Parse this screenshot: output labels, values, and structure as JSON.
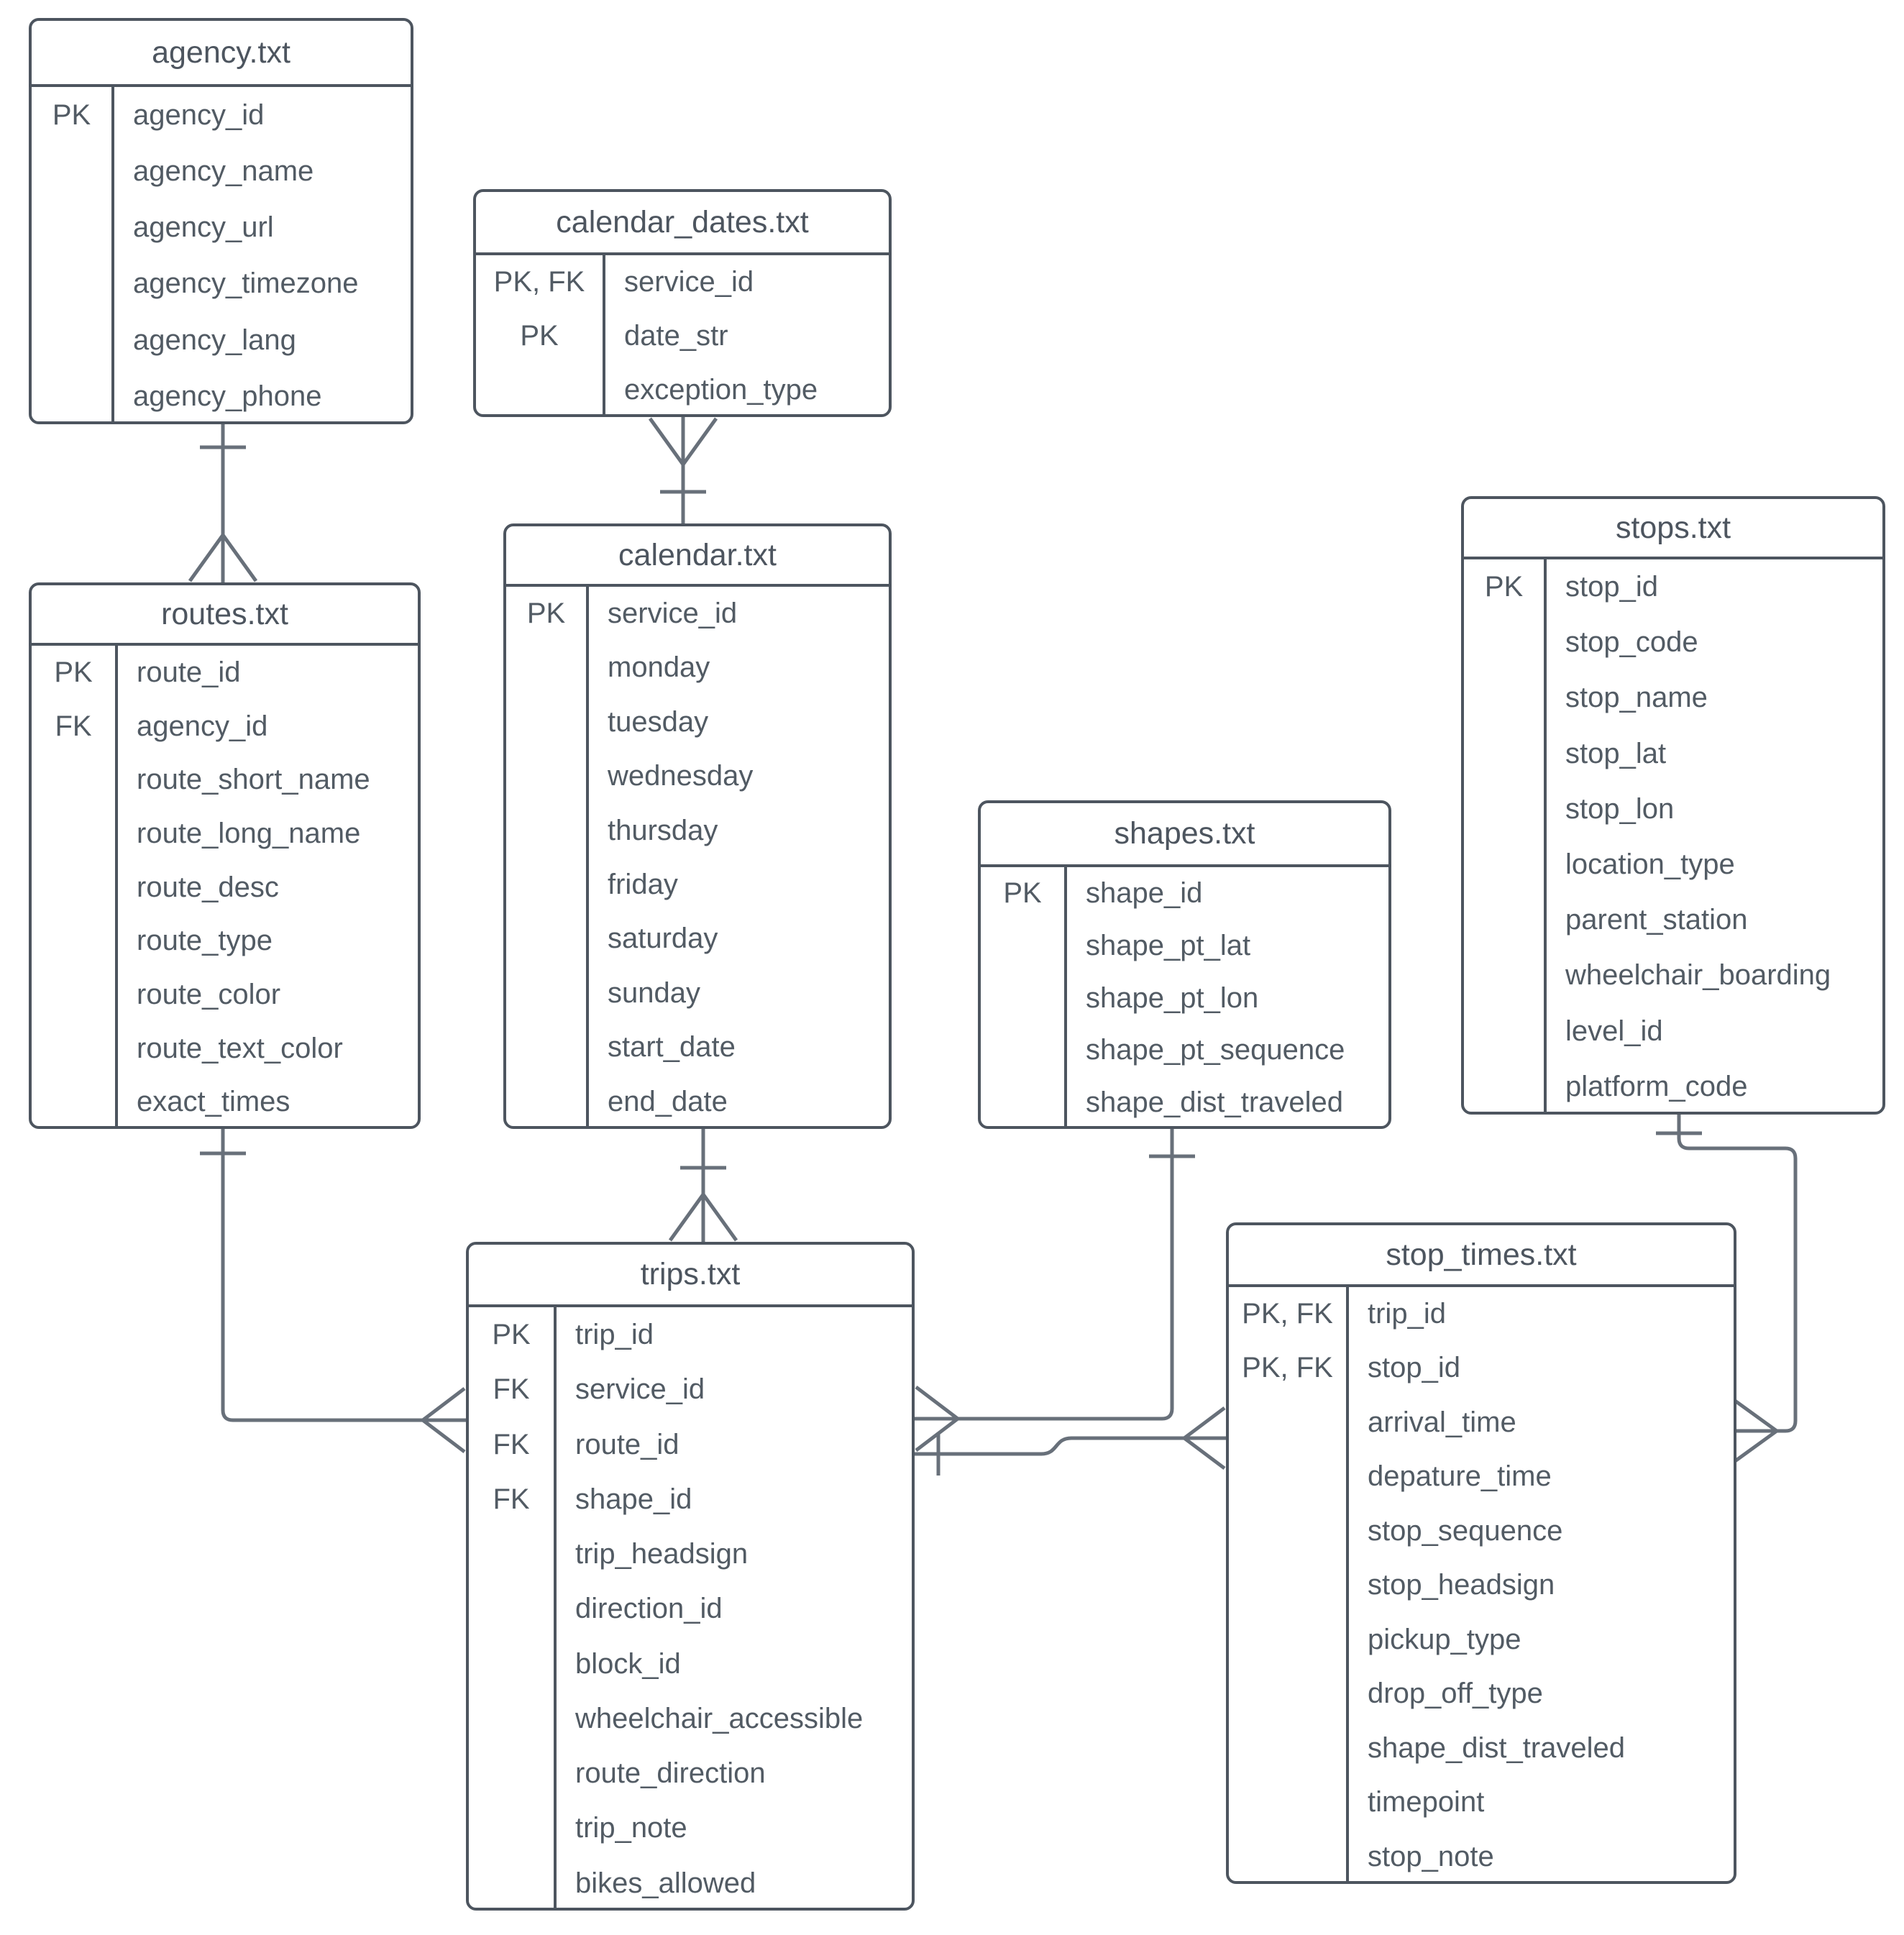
{
  "diagram_type": "entity-relationship",
  "notation": "crow's foot",
  "colors": {
    "background": "#ffffff",
    "table_border": "#4d555f",
    "table_text": "#525b64",
    "connector_line": "#68707a"
  },
  "tables": [
    {
      "id": "agency",
      "title": "agency.txt",
      "rows": [
        {
          "key": "PK",
          "field": "agency_id"
        },
        {
          "key": "",
          "field": "agency_name"
        },
        {
          "key": "",
          "field": "agency_url"
        },
        {
          "key": "",
          "field": "agency_timezone"
        },
        {
          "key": "",
          "field": "agency_lang"
        },
        {
          "key": "",
          "field": "agency_phone"
        }
      ]
    },
    {
      "id": "calendar_dates",
      "title": "calendar_dates.txt",
      "rows": [
        {
          "key": "PK, FK",
          "field": "service_id"
        },
        {
          "key": "PK",
          "field": "date_str"
        },
        {
          "key": "",
          "field": "exception_type"
        }
      ]
    },
    {
      "id": "routes",
      "title": "routes.txt",
      "rows": [
        {
          "key": "PK",
          "field": "route_id"
        },
        {
          "key": "FK",
          "field": "agency_id"
        },
        {
          "key": "",
          "field": "route_short_name"
        },
        {
          "key": "",
          "field": "route_long_name"
        },
        {
          "key": "",
          "field": "route_desc"
        },
        {
          "key": "",
          "field": "route_type"
        },
        {
          "key": "",
          "field": "route_color"
        },
        {
          "key": "",
          "field": "route_text_color"
        },
        {
          "key": "",
          "field": "exact_times"
        }
      ]
    },
    {
      "id": "calendar",
      "title": "calendar.txt",
      "rows": [
        {
          "key": "PK",
          "field": "service_id"
        },
        {
          "key": "",
          "field": "monday"
        },
        {
          "key": "",
          "field": "tuesday"
        },
        {
          "key": "",
          "field": "wednesday"
        },
        {
          "key": "",
          "field": "thursday"
        },
        {
          "key": "",
          "field": "friday"
        },
        {
          "key": "",
          "field": "saturday"
        },
        {
          "key": "",
          "field": "sunday"
        },
        {
          "key": "",
          "field": "start_date"
        },
        {
          "key": "",
          "field": "end_date"
        }
      ]
    },
    {
      "id": "shapes",
      "title": "shapes.txt",
      "rows": [
        {
          "key": "PK",
          "field": "shape_id"
        },
        {
          "key": "",
          "field": "shape_pt_lat"
        },
        {
          "key": "",
          "field": "shape_pt_lon"
        },
        {
          "key": "",
          "field": "shape_pt_sequence"
        },
        {
          "key": "",
          "field": "shape_dist_traveled"
        }
      ]
    },
    {
      "id": "stops",
      "title": "stops.txt",
      "rows": [
        {
          "key": "PK",
          "field": "stop_id"
        },
        {
          "key": "",
          "field": "stop_code"
        },
        {
          "key": "",
          "field": "stop_name"
        },
        {
          "key": "",
          "field": "stop_lat"
        },
        {
          "key": "",
          "field": "stop_lon"
        },
        {
          "key": "",
          "field": "location_type"
        },
        {
          "key": "",
          "field": "parent_station"
        },
        {
          "key": "",
          "field": "wheelchair_boarding"
        },
        {
          "key": "",
          "field": "level_id"
        },
        {
          "key": "",
          "field": "platform_code"
        }
      ]
    },
    {
      "id": "trips",
      "title": "trips.txt",
      "rows": [
        {
          "key": "PK",
          "field": "trip_id"
        },
        {
          "key": "FK",
          "field": "service_id"
        },
        {
          "key": "FK",
          "field": "route_id"
        },
        {
          "key": "FK",
          "field": "shape_id"
        },
        {
          "key": "",
          "field": "trip_headsign"
        },
        {
          "key": "",
          "field": "direction_id"
        },
        {
          "key": "",
          "field": "block_id"
        },
        {
          "key": "",
          "field": "wheelchair_accessible"
        },
        {
          "key": "",
          "field": "route_direction"
        },
        {
          "key": "",
          "field": "trip_note"
        },
        {
          "key": "",
          "field": "bikes_allowed"
        }
      ]
    },
    {
      "id": "stop_times",
      "title": "stop_times.txt",
      "rows": [
        {
          "key": "PK, FK",
          "field": "trip_id"
        },
        {
          "key": "PK, FK",
          "field": "stop_id"
        },
        {
          "key": "",
          "field": "arrival_time"
        },
        {
          "key": "",
          "field": "depature_time"
        },
        {
          "key": "",
          "field": "stop_sequence"
        },
        {
          "key": "",
          "field": "stop_headsign"
        },
        {
          "key": "",
          "field": "pickup_type"
        },
        {
          "key": "",
          "field": "drop_off_type"
        },
        {
          "key": "",
          "field": "shape_dist_traveled"
        },
        {
          "key": "",
          "field": "timepoint"
        },
        {
          "key": "",
          "field": "stop_note"
        }
      ]
    }
  ],
  "relationships": [
    {
      "from": "agency",
      "to": "routes",
      "from_cardinality": "one",
      "to_cardinality": "many"
    },
    {
      "from": "calendar",
      "to": "calendar_dates",
      "from_cardinality": "one",
      "to_cardinality": "many"
    },
    {
      "from": "calendar",
      "to": "trips",
      "from_cardinality": "one",
      "to_cardinality": "many"
    },
    {
      "from": "routes",
      "to": "trips",
      "from_cardinality": "one",
      "to_cardinality": "many"
    },
    {
      "from": "shapes",
      "to": "trips",
      "from_cardinality": "one",
      "to_cardinality": "many"
    },
    {
      "from": "trips",
      "to": "stop_times",
      "from_cardinality": "one",
      "to_cardinality": "many"
    },
    {
      "from": "stops",
      "to": "stop_times",
      "from_cardinality": "one",
      "to_cardinality": "many"
    }
  ]
}
